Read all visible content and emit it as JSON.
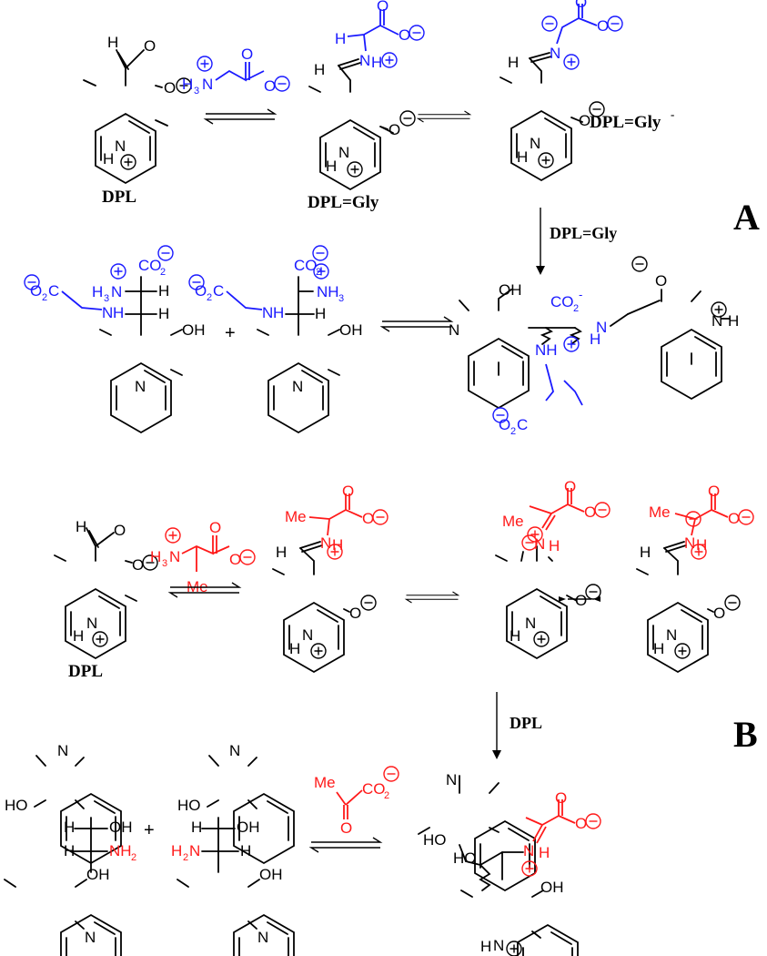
{
  "colors": {
    "black": "#000000",
    "glycine": "#1a1aff",
    "alanine": "#ff1a1a"
  },
  "panel_labels": {
    "a": "A",
    "b": "B"
  },
  "compound_labels": {
    "dpl": "DPL",
    "dpl_gly": "DPL=Gly",
    "dpl_gly_anion": "DPL=Gly",
    "dpl_gly_anion_charge": "-",
    "dpl_b": "DPL"
  },
  "reagent_labels": {
    "a_down": "DPL=Gly",
    "b_down": "DPL"
  },
  "atoms": {
    "H": "H",
    "O": "O",
    "N": "N",
    "OH": "OH",
    "HO": "HO",
    "NH": "NH",
    "NH2": "NH",
    "sub2": "2",
    "NH3": "NH",
    "sub3": "3",
    "H3N": "H",
    "H2N": "H",
    "CO2": "CO",
    "O2C": "O",
    "C": "C",
    "Me": "Me",
    "plus_sign": "+"
  }
}
